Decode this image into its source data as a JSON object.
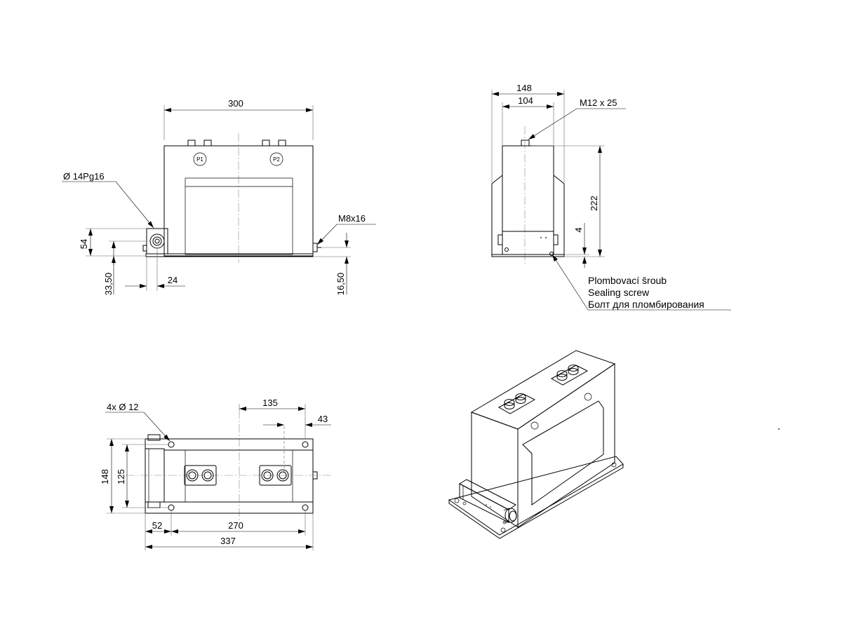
{
  "front": {
    "width": "300",
    "cable_gland": "Ø  14Pg16",
    "terminal_screw": "M8x16",
    "gland_height": "54",
    "gland_axis": "33,50",
    "gland_offset": "24",
    "screw_height": "16,50",
    "terminal_1": "P1",
    "terminal_2": "P2"
  },
  "side": {
    "width_outer": "148",
    "width_inner": "104",
    "top_screw": "M12 x 25",
    "height": "222",
    "base_thickness": "4",
    "sealing_screw_cz": "Plombovací šroub",
    "sealing_screw_en": "Sealing screw",
    "sealing_screw_ru": "Болт для пломбирования"
  },
  "plan": {
    "holes": "4x Ø  12",
    "dist_135": "135",
    "dist_43": "43",
    "width_148": "148",
    "width_125": "125",
    "dist_52": "52",
    "dist_270": "270",
    "length_337": "337"
  }
}
